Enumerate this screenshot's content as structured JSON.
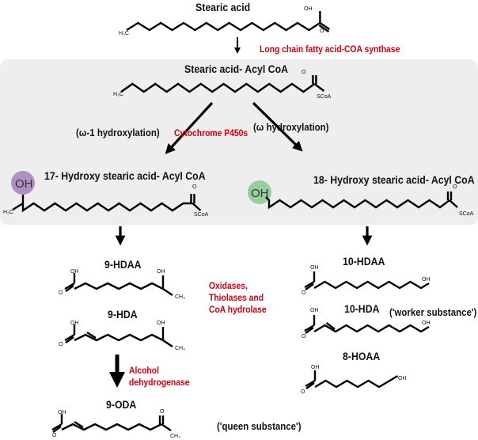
{
  "compounds": {
    "stearic_acid": "Stearic acid",
    "stearic_acyl_coa": "Stearic acid- Acyl CoA",
    "hydroxy17": "17- Hydroxy stearic acid- Acyl CoA",
    "hydroxy18": "18- Hydroxy stearic acid- Acyl CoA",
    "hdaa9": "9-HDAA",
    "hda9": "9-HDA",
    "oda9": "9-ODA",
    "hdaa10": "10-HDAA",
    "hda10": "10-HDA",
    "hoaa8": "8-HOAA"
  },
  "enzymes": {
    "synthase": "Long chain fatty acid-COA synthase",
    "p450": "Cytochrome P450s",
    "oxidases": [
      "Oxidases,",
      "Thiolases and",
      "CoA hydrolase"
    ],
    "adh": [
      "Alcohol",
      "dehydrogenase"
    ]
  },
  "reactions": {
    "omega1": "(ω-1 hydroxylation)",
    "omega": "(ω hydroxylation)"
  },
  "annotations": {
    "worker": "('worker substance')",
    "queen": "('queen substance')"
  },
  "atoms": {
    "oh": "OH",
    "o": "O",
    "h3c": "H₃C",
    "ch3": "CH₃",
    "scoa": "SCoA"
  },
  "highlights": {
    "omega1_color": "#b08fc4",
    "omega_color": "#98cfa0",
    "enzyme_color": "#cc0011",
    "panel_color": "#eeeeee"
  }
}
